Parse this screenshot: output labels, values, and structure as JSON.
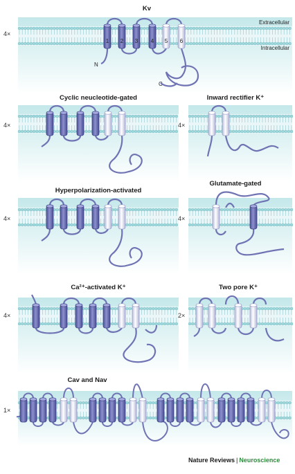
{
  "panels": {
    "kv": {
      "title": "Kv",
      "multiplier": "4×",
      "extracellular": "Extracellular",
      "intracellular": "Intracellular",
      "n_label": "N",
      "c_label": "C",
      "segments": [
        "1",
        "2",
        "3",
        "4",
        "5",
        "6"
      ]
    },
    "cng": {
      "title": "Cyclic neucleotide-gated",
      "multiplier": "4×"
    },
    "kir": {
      "title": "Inward rectifier K⁺",
      "multiplier": "4×"
    },
    "hcn": {
      "title": "Hyperpolarization-activated",
      "multiplier": "4×"
    },
    "glu": {
      "title": "Glutamate-gated",
      "multiplier": "4×"
    },
    "kca": {
      "title": "Ca²⁺-activated K⁺",
      "multiplier": "4×"
    },
    "k2p": {
      "title": "Two pore K⁺",
      "multiplier": "2×"
    },
    "cavnav": {
      "title": "Cav and Nav",
      "multiplier": "1×"
    }
  },
  "footer": {
    "journal": "Nature Reviews",
    "separator": "|",
    "section": "Neuroscience"
  },
  "colors": {
    "membrane_head": "#9fd8dc",
    "cytoplasm": "#d2eef0",
    "helix_dark": "#6e72b6",
    "helix_light": "#e9ebf6",
    "loop": "#7478b8",
    "footer_accent": "#2e8b3e"
  }
}
